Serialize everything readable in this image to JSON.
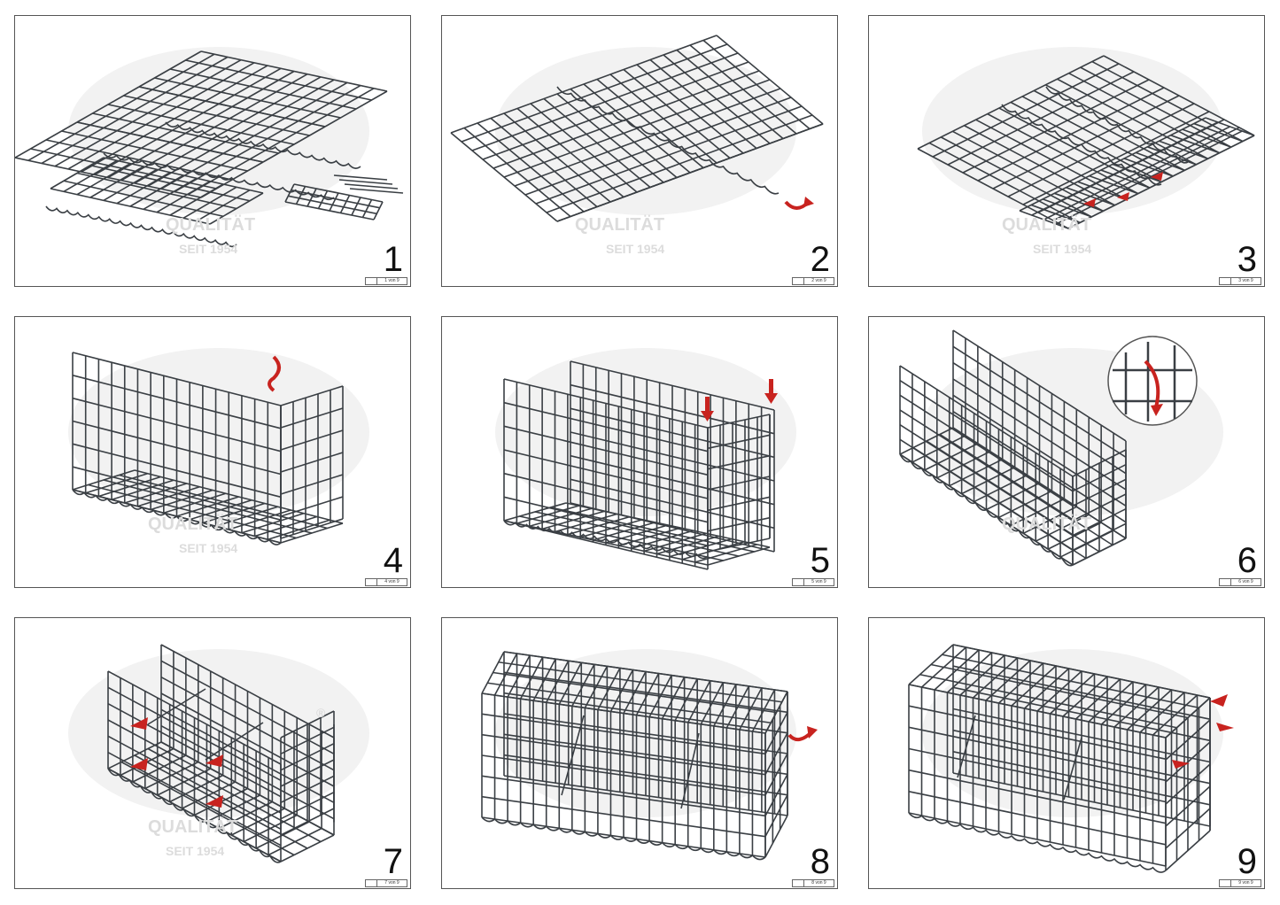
{
  "watermark": {
    "line1": "QUALITÄT",
    "line2": "SEIT 1954",
    "registered": "®"
  },
  "colors": {
    "wire": "#3a3f44",
    "arrow": "#c8231f",
    "watermark": "#dcdcdc"
  },
  "panels": [
    {
      "step": "1",
      "page": "1 von 9"
    },
    {
      "step": "2",
      "page": "2 von 9"
    },
    {
      "step": "3",
      "page": "3 von 9"
    },
    {
      "step": "4",
      "page": "4 von 9"
    },
    {
      "step": "5",
      "page": "5 von 9"
    },
    {
      "step": "6",
      "page": "6 von 9"
    },
    {
      "step": "7",
      "page": "7 von 9"
    },
    {
      "step": "8",
      "page": "8 von 9"
    },
    {
      "step": "9",
      "page": "9 von 9"
    }
  ]
}
